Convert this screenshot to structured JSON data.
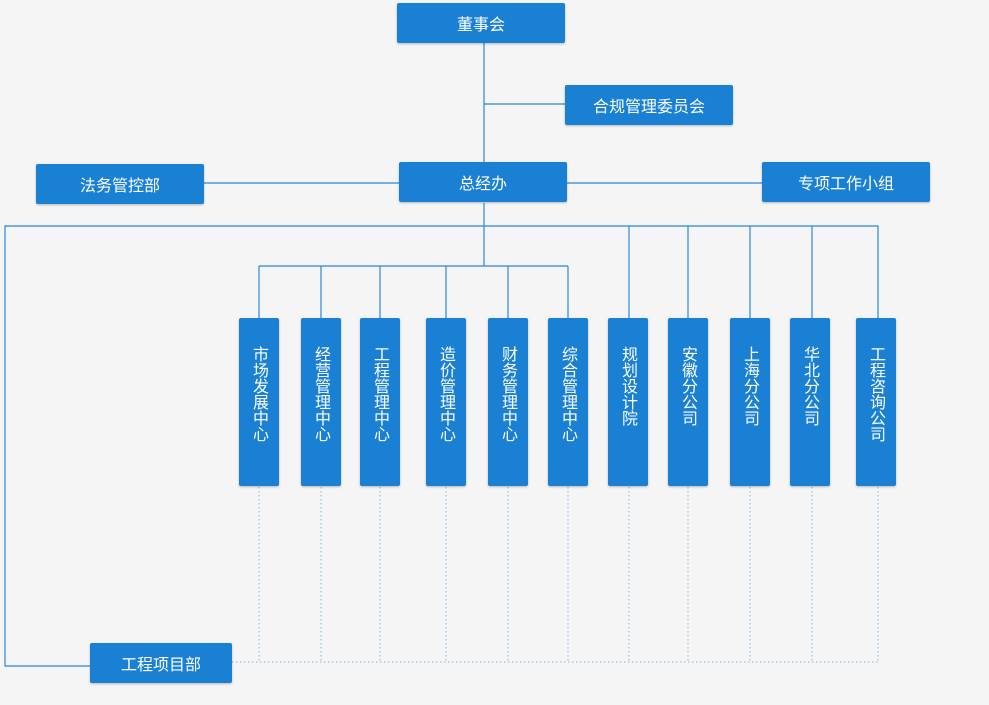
{
  "nodes": {
    "board": "董事会",
    "compliance": "合规管理委员会",
    "gm_office": "总经办",
    "legal": "法务管控部",
    "special_group": "专项工作小组",
    "project_dept": "工程项目部"
  },
  "departments": [
    "市场发展中心",
    "经营管理中心",
    "工程管理中心",
    "造价管理中心",
    "财务管理中心",
    "综合管理中心",
    "规划设计院",
    "安徽分公司",
    "上海分公司",
    "华北分公司",
    "工程咨询公司"
  ],
  "colors": {
    "box": "#1a80d4",
    "line": "#2b88d8",
    "background": "#f5f5f5"
  }
}
